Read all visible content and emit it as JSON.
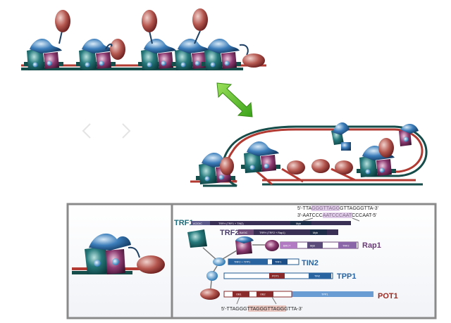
{
  "colors": {
    "teal_dark": "#0e4a4f",
    "teal": "#1d6d73",
    "blue": "#2a6aa2",
    "purple": "#6e2a58",
    "red_protein": "#9b3a3a",
    "dna_red": "#b23a32",
    "dna_teal": "#164c4a",
    "arrow_green": "#5cc02a",
    "panel_border": "#808080",
    "dark_bar": "#2b2a4e",
    "tpp1_blue": "#5b8fcb"
  },
  "sequences": {
    "top_strand": "5'-TTAGGGTTAGGGTTAGGGTTA-3'",
    "bottom_strand": "3'-AATCCCAATCCCAATCCCAAT-5'",
    "pot1_site": "5'-TTAGGGTTAGGGTTAGGGTTA-3'"
  },
  "proteins": {
    "trf1": {
      "name": "TRF1",
      "domains": [
        "ACIDIC",
        "TRFH (TRF1 + TIN2)",
        "Myb"
      ]
    },
    "trf2": {
      "name": "TRF2",
      "domains": [
        "BASIC",
        "TRFH (TRF2 + Rap1)",
        "Myb"
      ]
    },
    "rap1": {
      "name": "Rap1",
      "domains": [
        "BRCT",
        "Myb",
        "TRF2"
      ]
    },
    "tin2": {
      "name": "TIN2",
      "domains": [
        "TRF2 + TPP1",
        "TRF1"
      ]
    },
    "tpp1": {
      "name": "TPP1",
      "domains": [
        "POT1",
        "TIN2"
      ]
    },
    "pot1": {
      "name": "POT1",
      "domains": [
        "OB1",
        "OB2",
        "TPP1"
      ]
    }
  }
}
